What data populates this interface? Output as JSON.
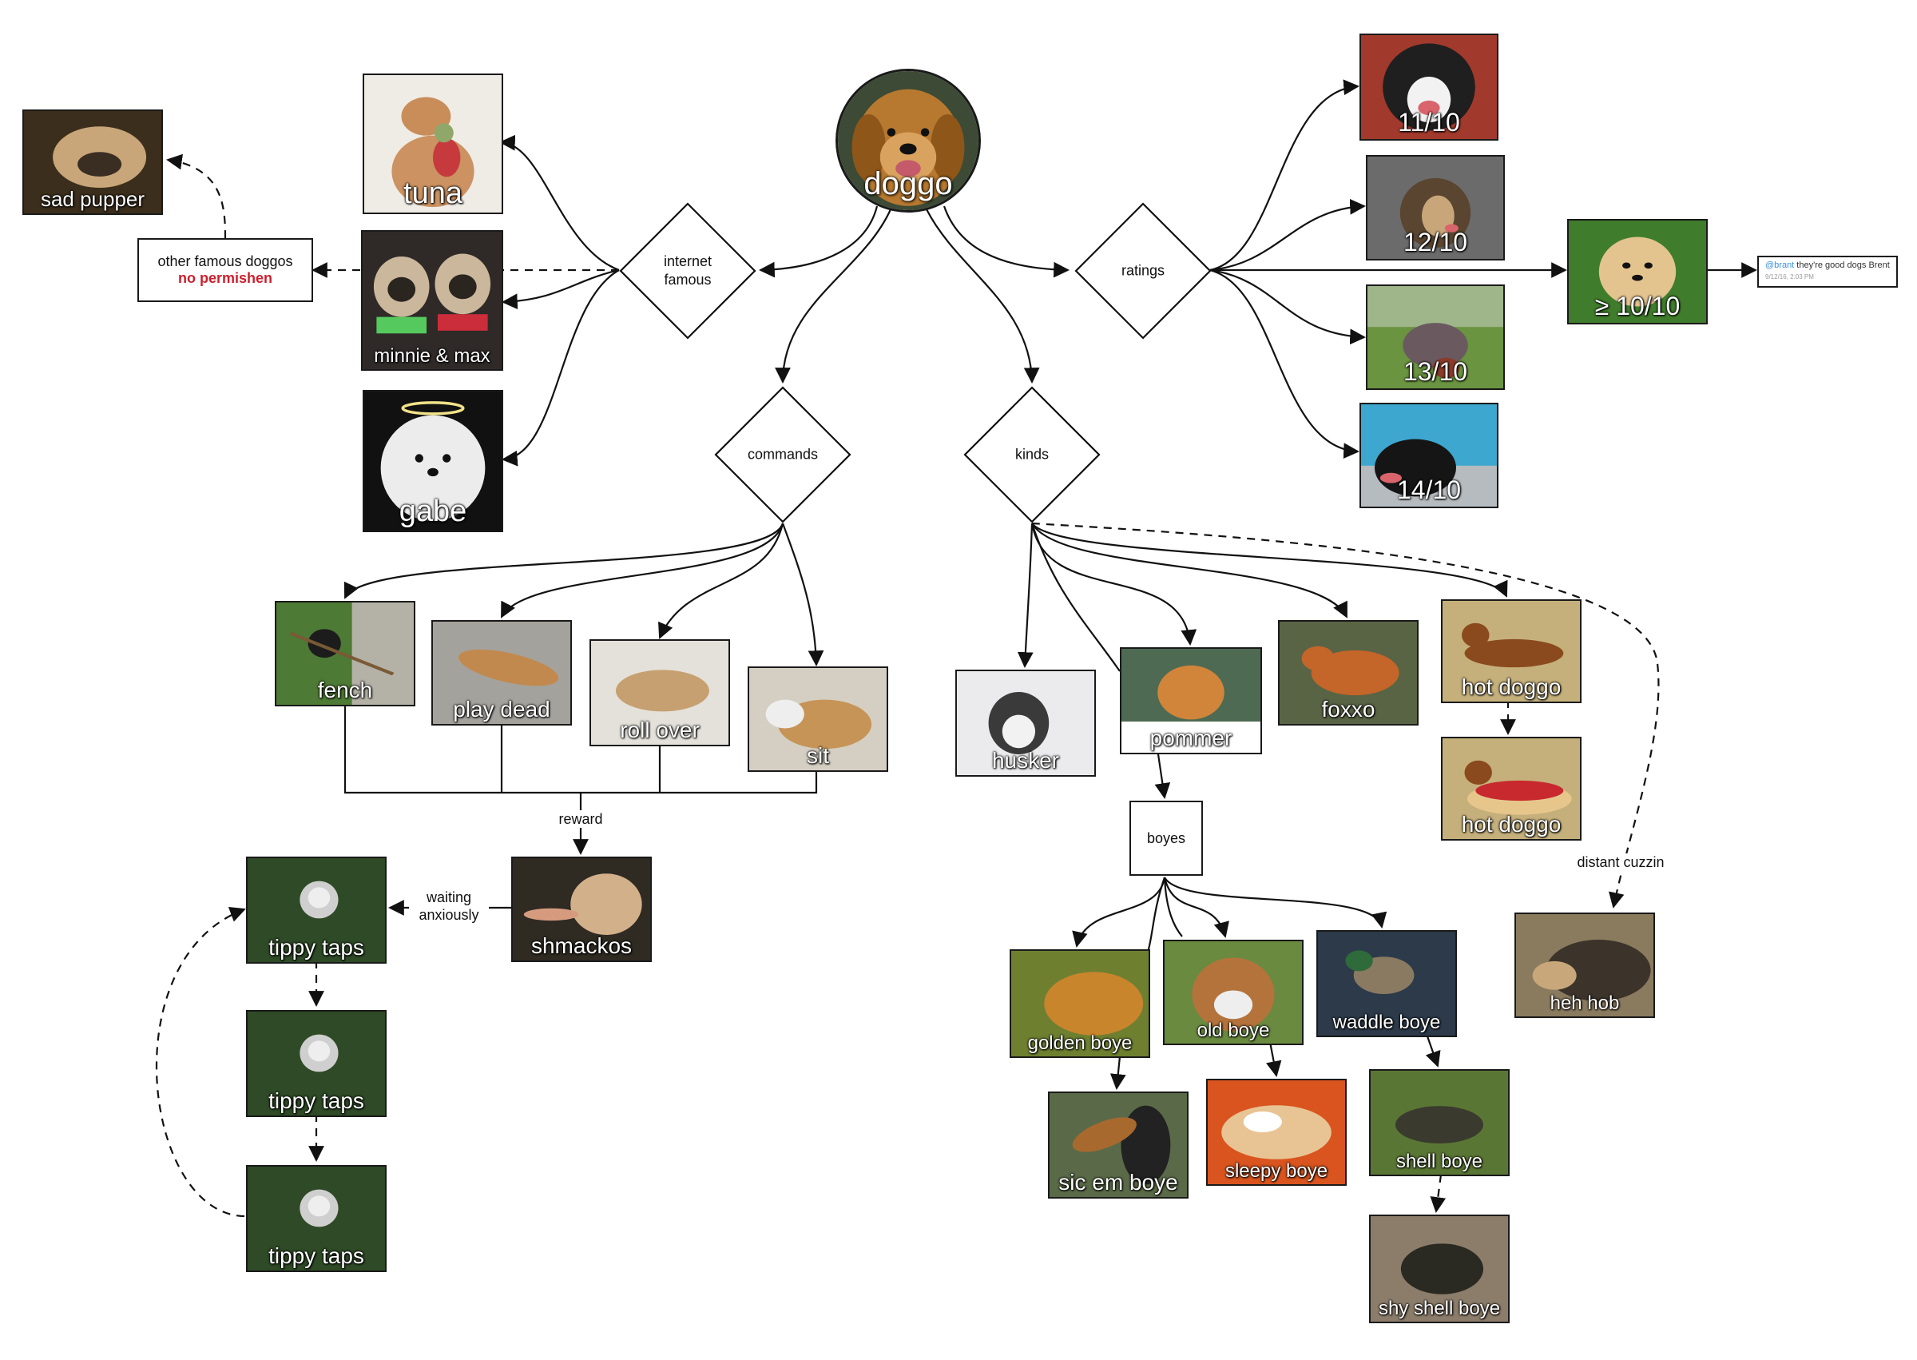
{
  "root": {
    "label": "doggo"
  },
  "decisions": {
    "internet_famous": "internet\nfamous",
    "ratings": "ratings",
    "commands": "commands",
    "kinds": "kinds"
  },
  "internet_famous": {
    "tuna": "tuna",
    "minnie_max": "minnie & max",
    "gabe": "gabe",
    "other_famous": "other famous doggos",
    "no_permishen": "no permishen",
    "sad_pupper": "sad pupper"
  },
  "ratings": {
    "r11": "11/10",
    "r12": "12/10",
    "r13": "13/10",
    "r14": "14/10",
    "r10": "≥ 10/10",
    "tweet_handle": "@brant",
    "tweet_text": " they're good dogs Brent",
    "tweet_meta": "9/12/16, 2:03 PM"
  },
  "commands": {
    "fench": "fench",
    "play_dead": "play dead",
    "roll_over": "roll over",
    "sit": "sit",
    "reward": "reward",
    "shmackos": "shmackos",
    "waiting": "waiting\nanxiously",
    "tippy1": "tippy taps",
    "tippy2": "tippy taps",
    "tippy3": "tippy taps"
  },
  "kinds": {
    "husker": "husker",
    "pommer": "pommer",
    "foxxo": "foxxo",
    "hot_doggo1": "hot doggo",
    "hot_doggo2": "hot doggo",
    "distant_cuzzin": "distant cuzzin",
    "heh_hob": "heh hob",
    "boyes": "boyes",
    "golden_boye": "golden boye",
    "old_boye": "old boye",
    "waddle_boye": "waddle boye",
    "sic_em_boye": "sic em boye",
    "sleepy_boye": "sleepy boye",
    "shell_boye": "shell boye",
    "shy_shell_boye": "shy shell boye"
  },
  "colors": {
    "no_permishen": "#cc1f2d",
    "line": "#111111",
    "tweet_handle": "#3b8fd8"
  }
}
